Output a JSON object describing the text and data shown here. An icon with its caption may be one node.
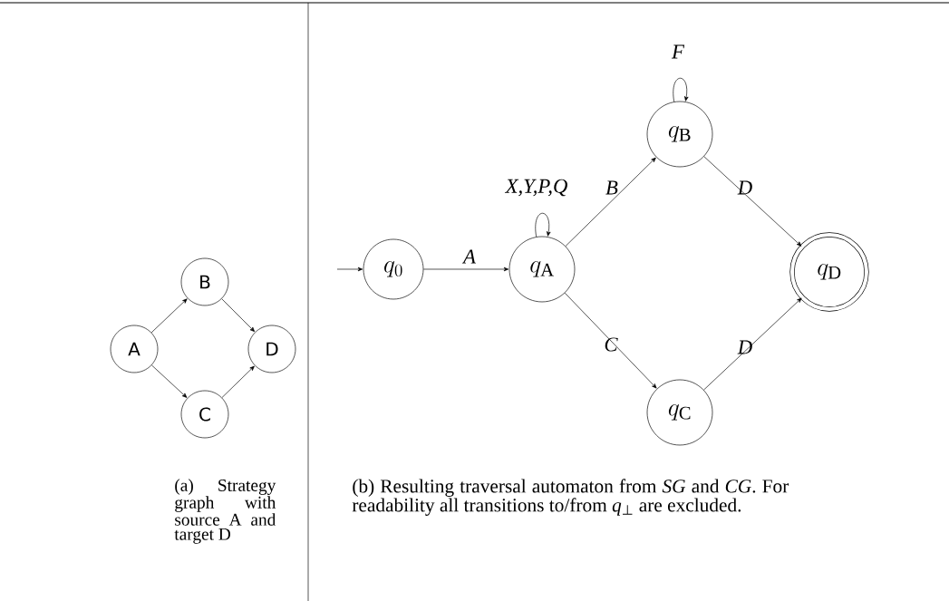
{
  "diagram": {
    "nodes": [
      {
        "text": [
          "A"
        ]
      },
      {
        "text": [
          "B"
        ]
      },
      {
        "text": [
          "C"
        ]
      },
      {
        "text": [
          "D"
        ]
      },
      {
        "text": [
          "q_0"
        ]
      },
      {
        "text": [
          "q_\\mathrm{A}"
        ]
      },
      {
        "text": [
          "q_\\mathrm{B}"
        ]
      },
      {
        "text": [
          "q_\\mathrm{C}"
        ]
      },
      {
        "text": [
          "q_\\mathrm{D}"
        ]
      }
    ],
    "edges": [
      {
        "from": 0,
        "to": 1,
        "arrow": "to"
      },
      {
        "from": 0,
        "to": 2,
        "arrow": "to"
      },
      {
        "from": 1,
        "to": 3,
        "arrow": "to"
      },
      {
        "from": 2,
        "to": 3,
        "arrow": "to"
      },
      {
        "from": null,
        "to": 4,
        "arrow": "to"
      },
      {
        "from": 4,
        "to": 5,
        "arrow": "to",
        "label": "A"
      },
      {
        "from": 5,
        "to": 5,
        "arrow": "to",
        "label": "X,Y,P,Q"
      },
      {
        "from": 5,
        "to": 6,
        "arrow": "to",
        "label": "B"
      },
      {
        "from": 5,
        "to": 7,
        "arrow": "to",
        "label": "C"
      },
      {
        "from": 6,
        "to": 6,
        "arrow": "to",
        "label": "F"
      },
      {
        "from": 6,
        "to": 8,
        "arrow": "to",
        "label": "D"
      },
      {
        "from": 7,
        "to": 8,
        "arrow": "to",
        "label": "D"
      }
    ],
    "labels": [
      "(a) Strategy graph with source A and target D",
      "(b) Resulting traversal automaton from *SG* and *CG*. For readability all transitions to/from *q*$_{⊥}$ are excluded."
    ]
  }
}
